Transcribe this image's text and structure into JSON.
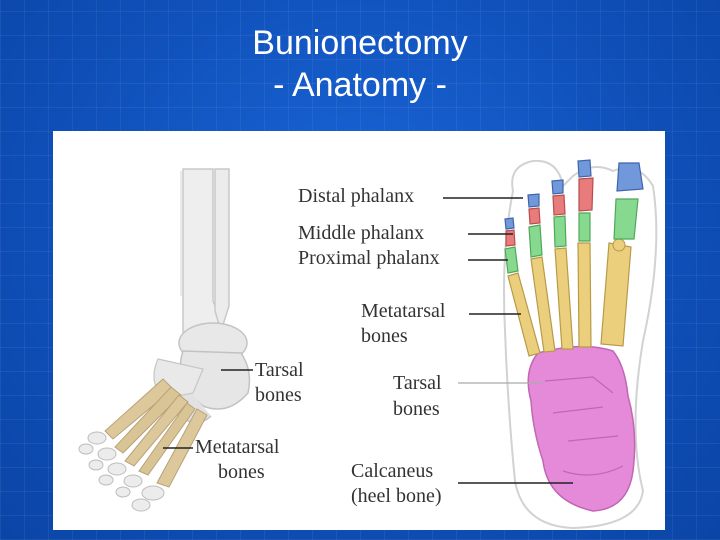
{
  "slide": {
    "title_line1": "Bunionectomy",
    "title_line2": "- Anatomy -"
  },
  "figure": {
    "labels": {
      "distal_phalanx": "Distal phalanx",
      "middle_phalanx": "Middle phalanx",
      "proximal_phalanx": "Proximal phalanx",
      "metatarsal_right_line1": "Metatarsal",
      "metatarsal_right_line2": "bones",
      "tarsal_right_line1": "Tarsal",
      "tarsal_right_line2": "bones",
      "calcaneus_line1": "Calcaneus",
      "calcaneus_line2": "(heel bone)",
      "tarsal_left_line1": "Tarsal",
      "tarsal_left_line2": "bones",
      "metatarsal_left_line1": "Metatarsal",
      "metatarsal_left_line2": "bones"
    },
    "colors": {
      "distal_phalanx": "#6b8fd6",
      "middle_phalanx": "#e07a7a",
      "proximal_phalanx": "#7fd68a",
      "metatarsal": "#e8cc7a",
      "tarsal": "#e27fd6",
      "bone_gray": "#e4e4e4",
      "skin_outline": "#cfcfcf"
    }
  }
}
